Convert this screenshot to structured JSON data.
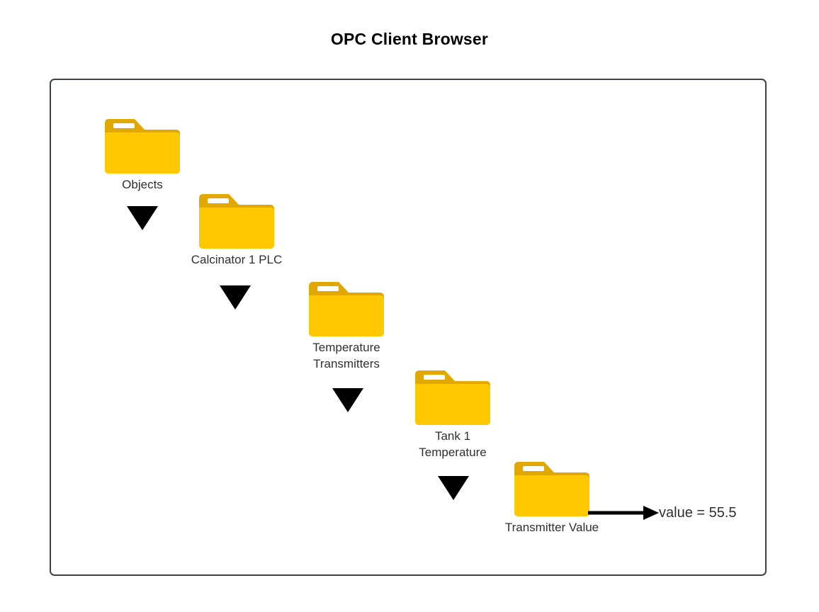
{
  "page": {
    "title": "OPC Client Browser",
    "background_color": "#ffffff"
  },
  "frame": {
    "border_color": "#3a414d"
  },
  "colors": {
    "folder_body": "#FFC800",
    "folder_tab": "#E0A800",
    "folder_slot": "#FFFFFF",
    "arrow": "#000000",
    "text": "#2f2f2f",
    "title": "#000000"
  },
  "tree": {
    "nodes": [
      {
        "id": "objects",
        "icon": "folder-icon",
        "label": "Objects"
      },
      {
        "id": "calcinator-1-plc",
        "icon": "folder-icon",
        "label": "Calcinator 1 PLC"
      },
      {
        "id": "temperature-transmitters",
        "icon": "folder-icon",
        "label_line1": "Temperature",
        "label_line2": "Transmitters"
      },
      {
        "id": "tank-1-temperature",
        "icon": "folder-icon",
        "label_line1": "Tank 1",
        "label_line2": "Temperature"
      },
      {
        "id": "transmitter-value",
        "icon": "folder-icon",
        "label": "Transmitter Value"
      }
    ],
    "connectors": [
      {
        "id": "connector-1",
        "icon": "triangle-down-icon"
      },
      {
        "id": "connector-2",
        "icon": "triangle-down-icon"
      },
      {
        "id": "connector-3",
        "icon": "triangle-down-icon"
      },
      {
        "id": "connector-4",
        "icon": "triangle-down-icon"
      }
    ]
  },
  "value_readout": {
    "arrow_icon": "arrow-right-icon",
    "text": "value = 55.5"
  }
}
